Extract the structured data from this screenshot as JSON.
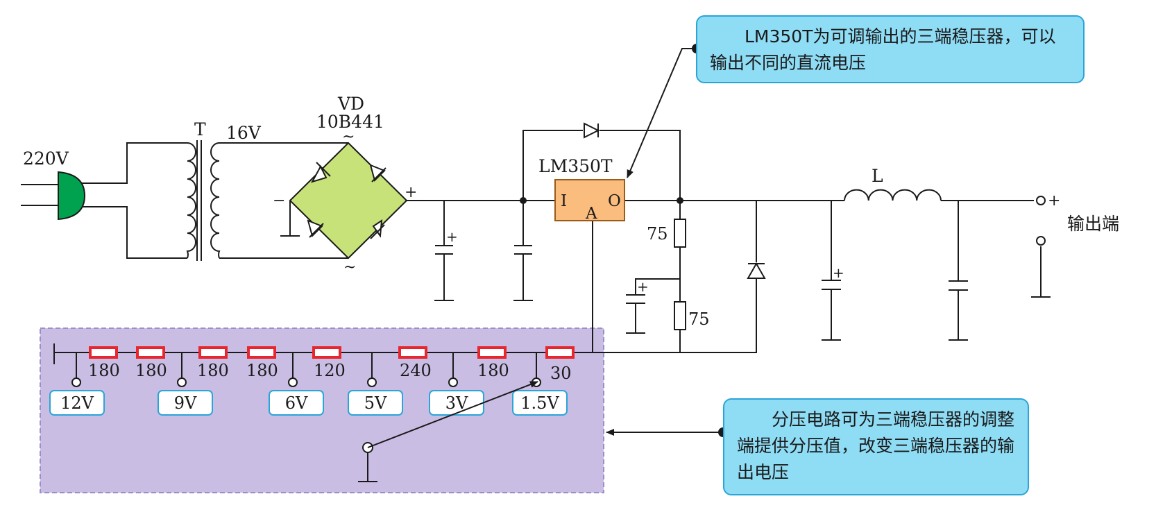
{
  "colors": {
    "plug": "#00a24f",
    "bridge": "#c8e27a",
    "regulator": "#fbbd7e",
    "regulator_border": "#9a5a1a",
    "divider_panel": "#c9bde4",
    "divider_border": "#9b8fc9",
    "resistor_red": "#e8262f",
    "callout_fill": "#8fdcf5",
    "callout_border": "#2aa5d8",
    "tap_label_border": "#2aa5d8"
  },
  "labels": {
    "mains": "220V",
    "transformer": "T",
    "secondary_voltage": "16V",
    "bridge_name": "VD",
    "bridge_part": "10B441",
    "tilde": "~",
    "minus": "−",
    "plus": "+",
    "regulator_name": "LM350T",
    "pin_i": "I",
    "pin_o": "O",
    "pin_a": "A",
    "r_upper": "75",
    "r_lower": "75",
    "inductor": "L",
    "output": "输出端"
  },
  "divider": {
    "resistors": [
      "180",
      "180",
      "180",
      "180",
      "120",
      "240",
      "180",
      "30"
    ],
    "taps": [
      "12V",
      "9V",
      "6V",
      "5V",
      "3V",
      "1.5V"
    ]
  },
  "callouts": {
    "top": "LM350T为可调输出的三端稳压器，可以输出不同的直流电压",
    "bottom": "分压电路可为三端稳压器的调整端提供分压值，改变三端稳压器的输出电压"
  }
}
